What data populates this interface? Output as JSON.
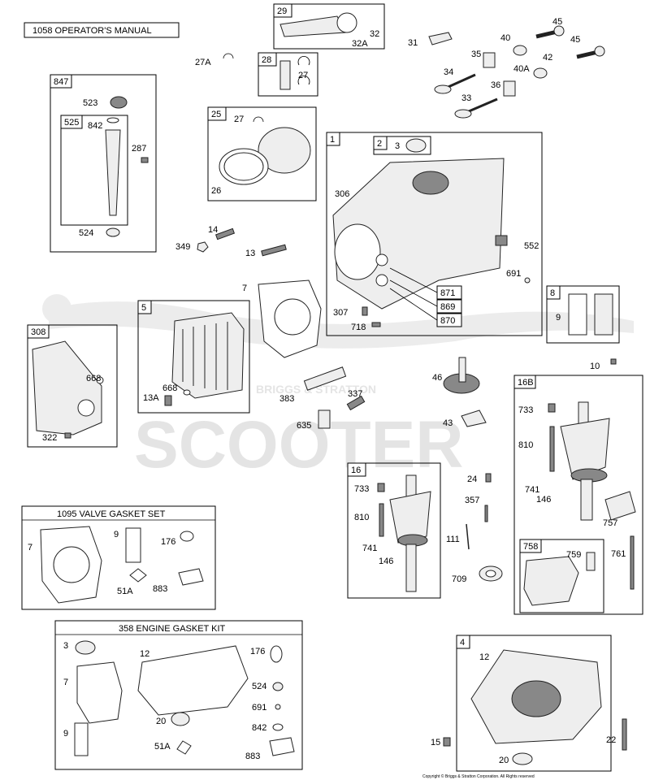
{
  "titles": {
    "manual": "1058 OPERATOR'S MANUAL",
    "valve_gasket_set": "1095 VALVE GASKET SET",
    "engine_gasket_kit": "358 ENGINE GASKET KIT"
  },
  "watermark": {
    "top": "BRIGGS & STRATTON",
    "main": "SCOOTER"
  },
  "copyright": "Copyright © Briggs & Stratton Corporation. All Rights reserved",
  "tags": {
    "t29": "29",
    "t28": "28",
    "t847": "847",
    "t525": "525",
    "t25": "25",
    "t1": "1",
    "t2": "2",
    "t5": "5",
    "t308": "308",
    "t8": "8",
    "t16B": "16B",
    "t16": "16",
    "t758": "758",
    "t4": "4",
    "t871": "871",
    "t869": "869",
    "t870": "870"
  },
  "labels": {
    "l32": "32",
    "l32A": "32A",
    "l27A": "27A",
    "l27a": "27",
    "l27b": "27",
    "l31": "31",
    "l45a": "45",
    "l45b": "45",
    "l40": "40",
    "l35": "35",
    "l42": "42",
    "l40A": "40A",
    "l34": "34",
    "l36": "36",
    "l33": "33",
    "l523": "523",
    "l842a": "842",
    "l287": "287",
    "l524a": "524",
    "l26": "26",
    "l3a": "3",
    "l306": "306",
    "l552": "552",
    "l691a": "691",
    "l307": "307",
    "l718": "718",
    "l14": "14",
    "l349": "349",
    "l13": "13",
    "l7a": "7",
    "l9a": "9",
    "l10": "10",
    "l668a": "668",
    "l668b": "668",
    "l13A": "13A",
    "l322": "322",
    "l383": "383",
    "l337": "337",
    "l635": "635",
    "l46": "46",
    "l43": "43",
    "l733a": "733",
    "l810a": "810",
    "l741a": "741",
    "l146a": "146",
    "l757": "757",
    "l761": "761",
    "l759": "759",
    "l733b": "733",
    "l810b": "810",
    "l741b": "741",
    "l146b": "146",
    "l24": "24",
    "l357": "357",
    "l111": "111",
    "l709": "709",
    "l7b": "7",
    "l9b": "9",
    "l176a": "176",
    "l51Aa": "51A",
    "l883a": "883",
    "l3b": "3",
    "l12a": "12",
    "l176b": "176",
    "l7c": "7",
    "l524b": "524",
    "l691b": "691",
    "l20a": "20",
    "l842b": "842",
    "l9c": "9",
    "l51Ab": "51A",
    "l883b": "883",
    "l12b": "12",
    "l15": "15",
    "l22": "22",
    "l20b": "20"
  }
}
